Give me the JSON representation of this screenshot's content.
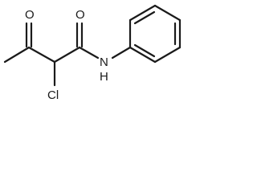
{
  "molecule": {
    "atoms": {
      "ketone_oxygen": "O",
      "amide_oxygen": "O",
      "amide_nitrogen": "N",
      "amide_hydrogen": "H",
      "chlorine": "Cl"
    }
  }
}
